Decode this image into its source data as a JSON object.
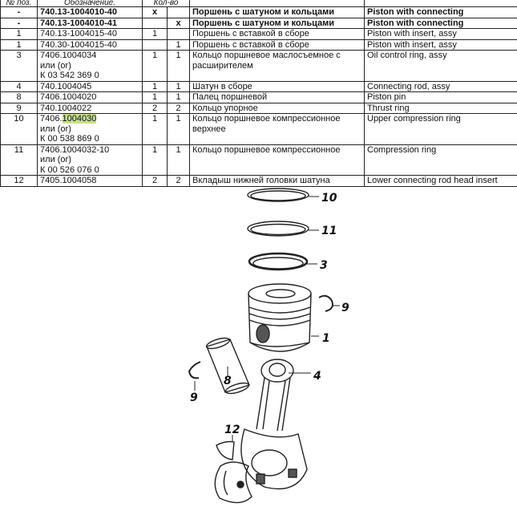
{
  "table": {
    "headers": [
      "№ поз.",
      "Обозначение.",
      "Кол-во",
      "",
      "",
      ""
    ],
    "rows": [
      {
        "pos": "-",
        "code": [
          "740.13-1004010-40"
        ],
        "q1": "x",
        "q2": "",
        "ru": "Поршень с шатуном и кольцами",
        "en": "Piston with connecting",
        "bold": true
      },
      {
        "pos": "-",
        "code": [
          "740.13-1004010-41"
        ],
        "q1": "",
        "q2": "x",
        "ru": "Поршень с шатуном и кольцами",
        "en": "Piston with connecting",
        "bold": true
      },
      {
        "pos": "1",
        "code": [
          "740.13-1004015-40"
        ],
        "q1": "1",
        "q2": "",
        "ru": "Поршень с вставкой в сборе",
        "en": "Piston with insert, assy"
      },
      {
        "pos": "1",
        "code": [
          "740.30-1004015-40"
        ],
        "q1": "",
        "q2": "1",
        "ru": "Поршень с вставкой в сборе",
        "en": "Piston with insert, assy"
      },
      {
        "pos": "3",
        "code": [
          "7406.1004034",
          "или (or)",
          "К 03 542 369 0"
        ],
        "q1": "1",
        "q2": "1",
        "ru": "Кольцо поршневое маслосъемное с расширителем",
        "en": "Oil control ring, assy"
      },
      {
        "pos": "4",
        "code": [
          "740.1004045"
        ],
        "q1": "1",
        "q2": "1",
        "ru": "Шатун в сборе",
        "en": "Connecting rod, assy"
      },
      {
        "pos": "8",
        "code": [
          "7406.1004020"
        ],
        "q1": "1",
        "q2": "1",
        "ru": "Палец поршневой",
        "en": "Piston pin"
      },
      {
        "pos": "9",
        "code": [
          "740.1004022"
        ],
        "q1": "2",
        "q2": "2",
        "ru": "Кольцо упорное",
        "en": "Thrust ring"
      },
      {
        "pos": "10",
        "code_prefix": "7406.",
        "code_hl": "1004030",
        "code": [
          "или (or)",
          "К 00 538 869 0"
        ],
        "q1": "1",
        "q2": "1",
        "ru": "Кольцо поршневое компрессионное верхнее",
        "en": "Upper compression ring"
      },
      {
        "pos": "11",
        "code": [
          "7406.1004032-10",
          "или (or)",
          "К 00 526 076 0"
        ],
        "q1": "1",
        "q2": "1",
        "ru": "Кольцо поршневое компрессионное",
        "en": "Compression ring"
      },
      {
        "pos": "12",
        "code": [
          "7405.1004058"
        ],
        "q1": "2",
        "q2": "2",
        "ru": "Вкладыш нижней головки шатуна",
        "en": "Lower connecting rod head insert"
      }
    ]
  },
  "diagram": {
    "callouts": {
      "ring_upper": "10",
      "ring_compression": "11",
      "ring_oil": "3",
      "thrust_right": "9",
      "piston": "1",
      "pin": "8",
      "rod": "4",
      "thrust_left": "9",
      "insert": "12"
    }
  }
}
